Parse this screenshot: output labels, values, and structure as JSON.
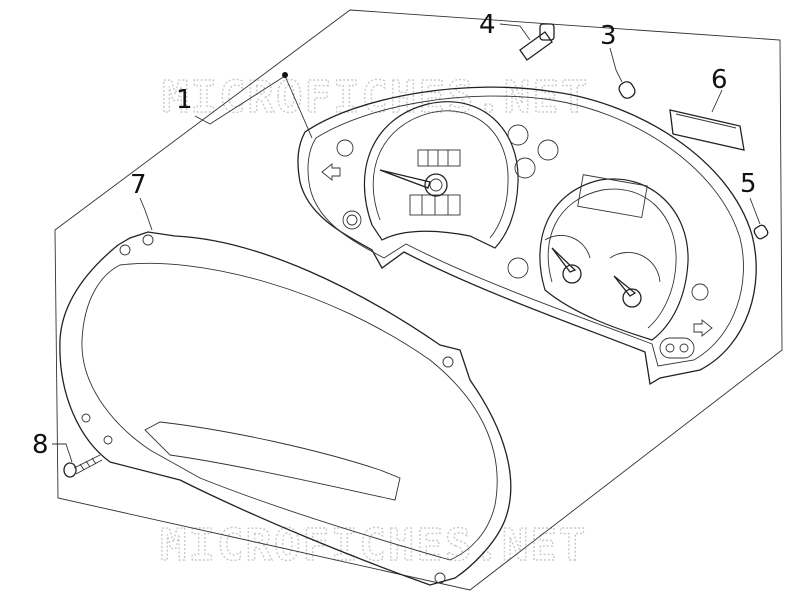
{
  "watermark": {
    "text": "MICROFICHES.NET"
  },
  "callouts": [
    {
      "id": "1",
      "text": "1",
      "part": "instrument-cluster-assembly"
    },
    {
      "id": "2",
      "text": "3",
      "part": "bulb-small"
    },
    {
      "id": "3",
      "text": "4",
      "part": "bulb-holder"
    },
    {
      "id": "4",
      "text": "5",
      "part": "bulb-tiny"
    },
    {
      "id": "5",
      "text": "6",
      "part": "display-lens"
    },
    {
      "id": "6",
      "text": "7",
      "part": "cluster-bezel"
    },
    {
      "id": "7",
      "text": "8",
      "part": "screw"
    }
  ]
}
